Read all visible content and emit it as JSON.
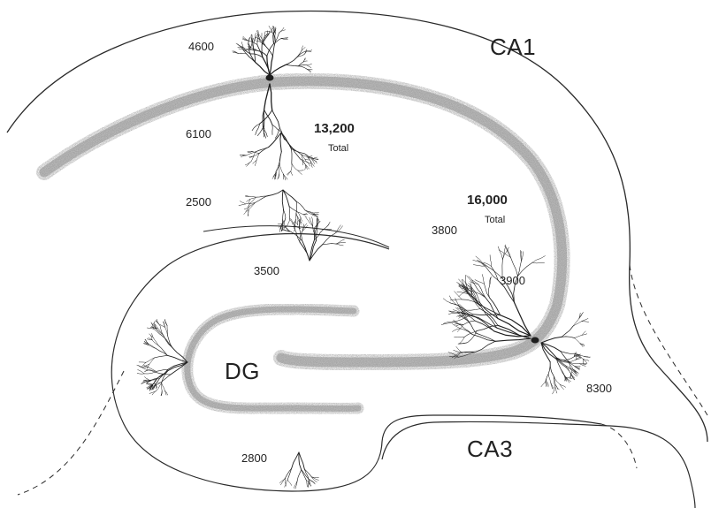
{
  "regions": {
    "ca1": "CA1",
    "ca3": "CA3",
    "dg": "DG"
  },
  "totals": {
    "ca1": {
      "value": "13,200",
      "label": "Total"
    },
    "ca3": {
      "value": "16,000",
      "label": "Total"
    }
  },
  "counts": {
    "ca1_apical_tuft": "4600",
    "ca1_upper_apical": "6100",
    "ca1_lower_apical": "2500",
    "ca1_basal": "3500",
    "ca3_apical_distal": "3800",
    "ca3_apical_proximal": "3900",
    "ca3_basal": "8300",
    "dg_granule": "2800"
  },
  "colors": {
    "cell_layer": "#9a9a9a",
    "outline": "#2a2a2a",
    "dendrite": "#1e1e1e",
    "background": "#ffffff"
  }
}
